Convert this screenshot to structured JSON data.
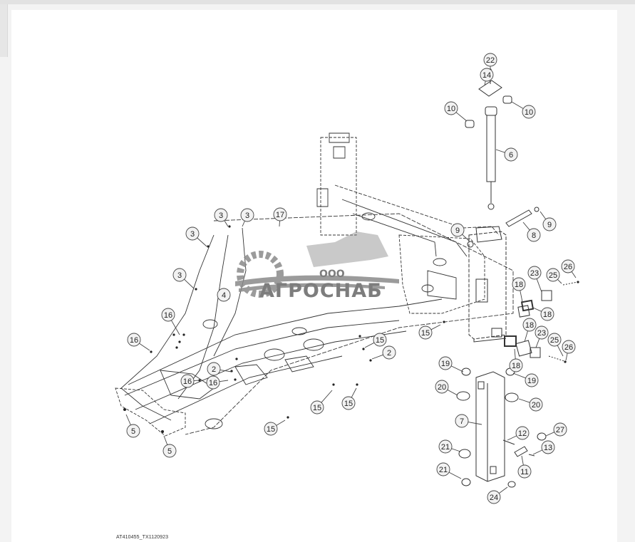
{
  "figure_code": "AT410455_TX1120923",
  "watermark": {
    "company_prefix": "ООО",
    "company_name": "АГРОСНАБ",
    "gear_color": "#8a8a8a",
    "text_color": "#7d7d7d"
  },
  "callouts": [
    {
      "label": "22"
    },
    {
      "label": "14"
    },
    {
      "label": "10"
    },
    {
      "label": "10"
    },
    {
      "label": "6"
    },
    {
      "label": "9"
    },
    {
      "label": "8"
    },
    {
      "label": "9"
    },
    {
      "label": "3"
    },
    {
      "label": "3"
    },
    {
      "label": "17"
    },
    {
      "label": "3"
    },
    {
      "label": "3"
    },
    {
      "label": "4"
    },
    {
      "label": "23"
    },
    {
      "label": "25"
    },
    {
      "label": "26"
    },
    {
      "label": "18"
    },
    {
      "label": "18"
    },
    {
      "label": "16"
    },
    {
      "label": "15"
    },
    {
      "label": "15"
    },
    {
      "label": "18"
    },
    {
      "label": "23"
    },
    {
      "label": "16"
    },
    {
      "label": "2"
    },
    {
      "label": "18"
    },
    {
      "label": "25"
    },
    {
      "label": "26"
    },
    {
      "label": "2"
    },
    {
      "label": "19"
    },
    {
      "label": "19"
    },
    {
      "label": "16"
    },
    {
      "label": "16"
    },
    {
      "label": "20"
    },
    {
      "label": "20"
    },
    {
      "label": "15"
    },
    {
      "label": "15"
    },
    {
      "label": "7"
    },
    {
      "label": "5"
    },
    {
      "label": "15"
    },
    {
      "label": "12"
    },
    {
      "label": "27"
    },
    {
      "label": "5"
    },
    {
      "label": "13"
    },
    {
      "label": "21"
    },
    {
      "label": "11"
    },
    {
      "label": "21"
    },
    {
      "label": "24"
    }
  ]
}
